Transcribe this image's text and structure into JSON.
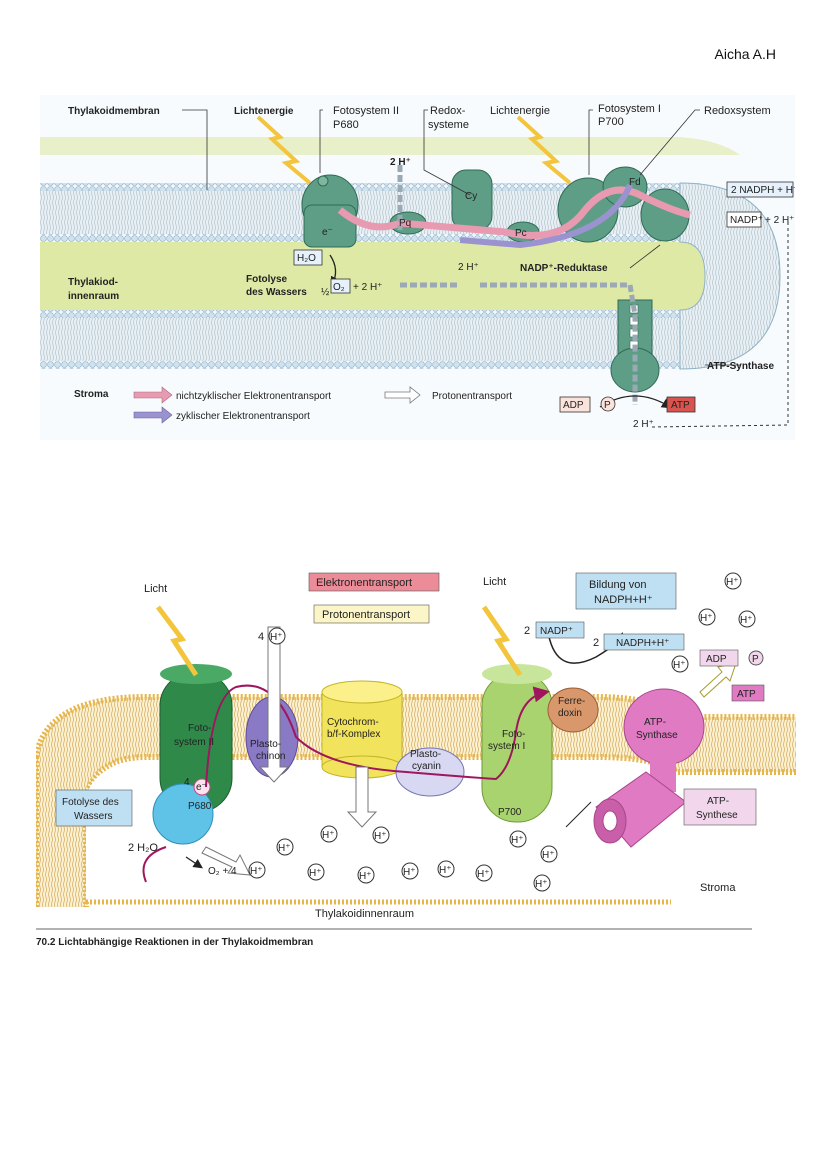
{
  "author": "Aicha A.H",
  "fig1": {
    "labels": {
      "thylakoidmembran": "Thylakoidmembran",
      "lichtenergie1": "Lichtenergie",
      "fotosystem2": "Fotosystem II",
      "p680": "P680",
      "redox_systeme_1": "Redox-",
      "redox_systeme_2": "systeme",
      "lichtenergie2": "Lichtenergie",
      "fotosystem1": "Fotosystem I",
      "p700": "P700",
      "redoxsystem": "Redoxsystem",
      "h_top": "2 H⁺",
      "cy": "Cy",
      "fd": "Fd",
      "pq": "Pq",
      "pc": "Pc",
      "e": "e⁻",
      "nadph": "2 NADPH + H⁺",
      "nadp": "NADP⁺",
      "nadp_h": "+ 2 H⁺",
      "h2o": "H₂O",
      "innenraum_1": "Thylakiod-",
      "innenraum_2": "innenraum",
      "fotolyse_1": "Fotolyse",
      "fotolyse_2": "des Wassers",
      "o2_frac": "½",
      "o2": "O₂",
      "o2_h": "+ 2 H⁺",
      "h_mid": "2 H⁺",
      "nadp_reduktase": "NADP⁺-Reduktase",
      "atp_synthase": "ATP-Synthase",
      "stroma": "Stroma",
      "legend_nonzyklisch": "nichtzyklischer Elektronentransport",
      "legend_zyklisch": "zyklischer Elektronentransport",
      "legend_proton": "Protonentransport",
      "adp": "ADP",
      "p": "P",
      "atp": "ATP",
      "h_bottom": "2 H⁺"
    }
  },
  "fig2": {
    "labels": {
      "licht1": "Licht",
      "elektronentransport": "Elektronentransport",
      "protonentransport": "Protonentransport",
      "licht2": "Licht",
      "bildung_1": "Bildung von",
      "bildung_2": "NADPH+H⁺",
      "h": "H⁺",
      "four": "4",
      "two": "2",
      "nadp": "NADP⁺",
      "nadph": "NADPH+H⁺",
      "adp": "ADP",
      "p": "P",
      "atp": "ATP",
      "cytochrom_1": "Cytochrom-",
      "cytochrom_2": "b/f-Komplex",
      "ferredoxin_1": "Ferre-",
      "ferredoxin_2": "doxin",
      "fotosystem2_1": "Foto-",
      "fotosystem2_2": "system II",
      "plastochinon_1": "Plasto-",
      "plastochinon_2": "chinon",
      "plastocyanin_1": "Plasto-",
      "plastocyanin_2": "cyanin",
      "fotosystem1_1": "Foto-",
      "fotosystem1_2": "system I",
      "atp_synthase_1": "ATP-",
      "atp_synthase_2": "Synthase",
      "atp_synthase_box_1": "ATP-",
      "atp_synthase_box_2": "Synthese",
      "e": "e⁻",
      "four_e": "4",
      "p680": "P680",
      "p700": "P700",
      "fotolyse_1": "Fotolyse des",
      "fotolyse_2": "Wassers",
      "h2o": "2 H₂O",
      "o2": "O₂ + 4",
      "stroma": "Stroma",
      "innenraum": "Thylakoidinnenraum",
      "caption": "70.2 Lichtabhängige Reaktionen in der Thylakoidmembran"
    }
  },
  "colors": {
    "lumen": "#dfe9a6",
    "membrane_head": "#cfe2ee",
    "membrane_tail": "#b8cad6",
    "complex_green": "#5f9e86",
    "pink_arrow": "#e79ab0",
    "blue_arrow": "#9a93d0",
    "membrane2": "#f1cf7a",
    "ps2": "#2f8a4a",
    "ps1": "#a9d36e",
    "cyt": "#f2e35c",
    "pq2": "#8a79c4",
    "pc2": "#d8d8f2",
    "fd2": "#d9986b",
    "atp2": "#e07ac2"
  }
}
